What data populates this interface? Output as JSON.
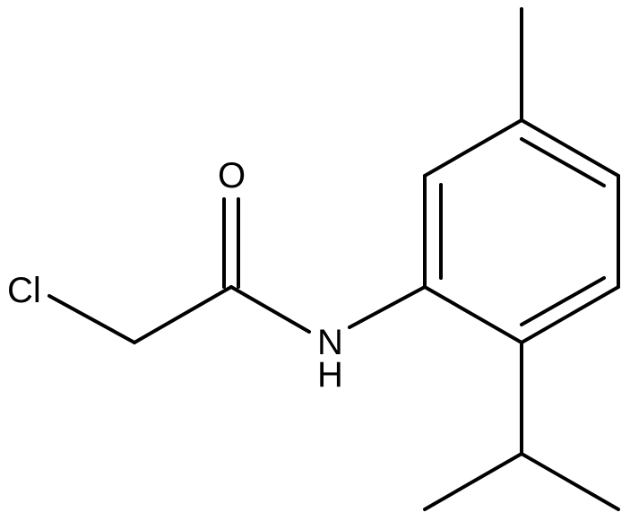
{
  "atoms": {
    "chlorine": "Cl",
    "oxygen": "O",
    "nitrogen": "N",
    "hydrogen": "H"
  },
  "colors": {
    "bond": "#000000",
    "label": "#000000",
    "background": "#ffffff"
  }
}
